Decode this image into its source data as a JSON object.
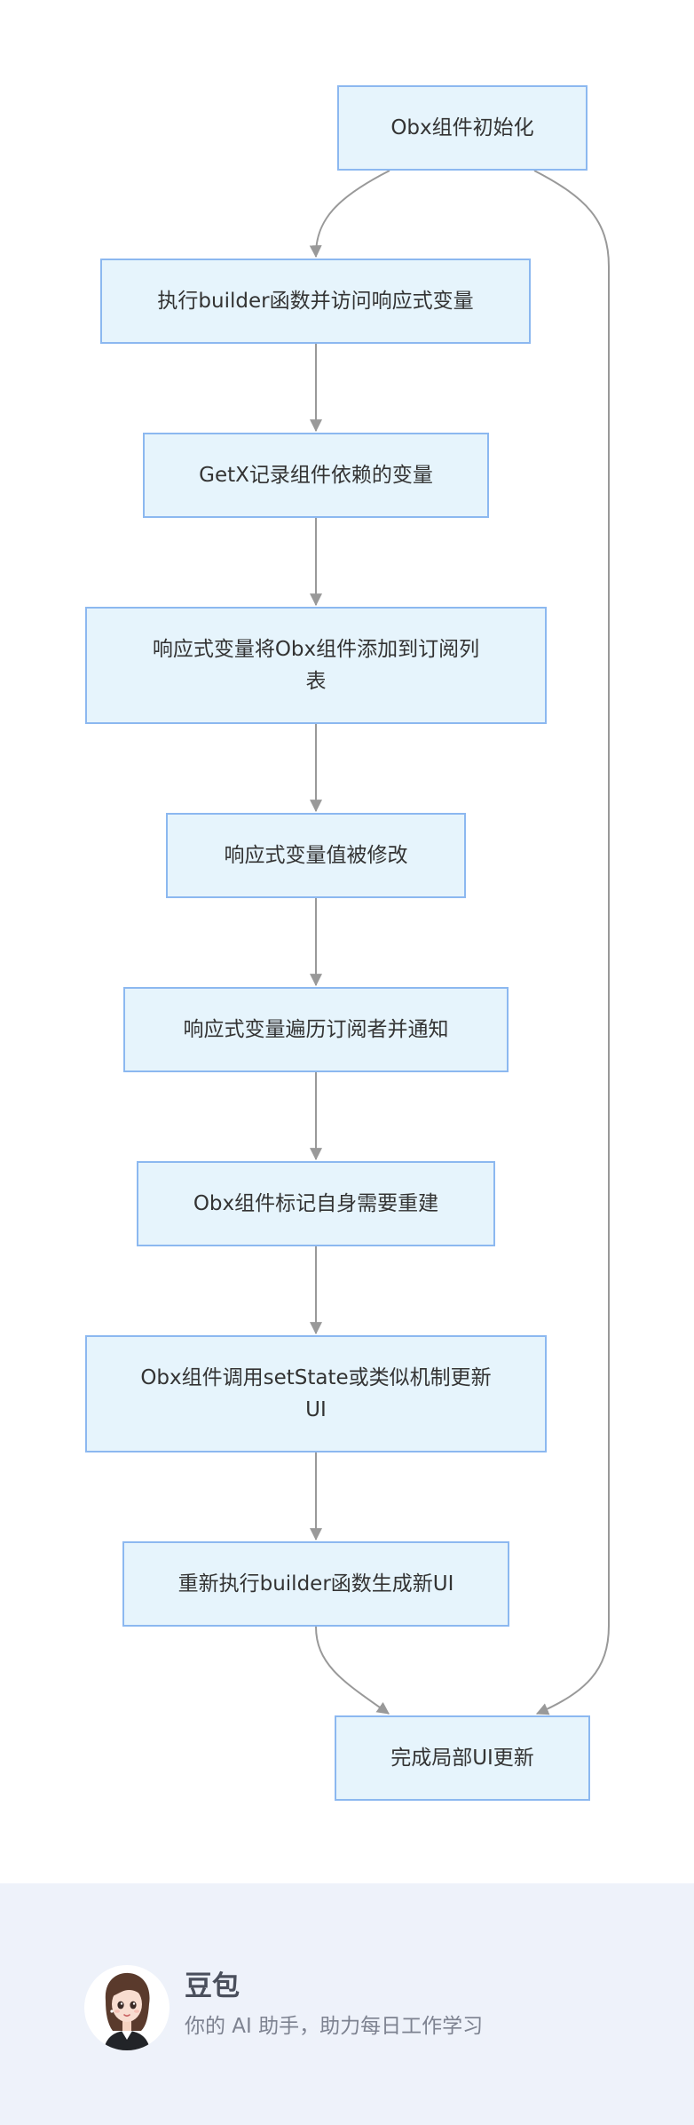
{
  "diagram": {
    "nodes": [
      {
        "id": "n1",
        "text": "Obx组件初始化"
      },
      {
        "id": "n2",
        "text": "执行builder函数并访问响应式变量"
      },
      {
        "id": "n3",
        "text": "GetX记录组件依赖的变量"
      },
      {
        "id": "n4",
        "text": "响应式变量将Obx组件添加到订阅列\n表"
      },
      {
        "id": "n5",
        "text": "响应式变量值被修改"
      },
      {
        "id": "n6",
        "text": "响应式变量遍历订阅者并通知"
      },
      {
        "id": "n7",
        "text": "Obx组件标记自身需要重建"
      },
      {
        "id": "n8",
        "text": "Obx组件调用setState或类似机制更新\nUI"
      },
      {
        "id": "n9",
        "text": "重新执行builder函数生成新UI"
      },
      {
        "id": "n10",
        "text": "完成局部UI更新"
      }
    ],
    "edges": [
      {
        "from": "n1",
        "to": "n2"
      },
      {
        "from": "n1",
        "to": "n10"
      },
      {
        "from": "n2",
        "to": "n3"
      },
      {
        "from": "n3",
        "to": "n4"
      },
      {
        "from": "n4",
        "to": "n5"
      },
      {
        "from": "n5",
        "to": "n6"
      },
      {
        "from": "n6",
        "to": "n7"
      },
      {
        "from": "n7",
        "to": "n8"
      },
      {
        "from": "n8",
        "to": "n9"
      },
      {
        "from": "n9",
        "to": "n10"
      }
    ],
    "colors": {
      "node_fill": "#e6f4fc",
      "node_border": "#8cb8f0",
      "edge": "#999999",
      "text": "#333333"
    }
  },
  "footer": {
    "name": "豆包",
    "tagline": "你的 AI 助手，助力每日工作学习",
    "avatar_icon": "avatar-girl-icon",
    "background": "#eef2fa"
  }
}
